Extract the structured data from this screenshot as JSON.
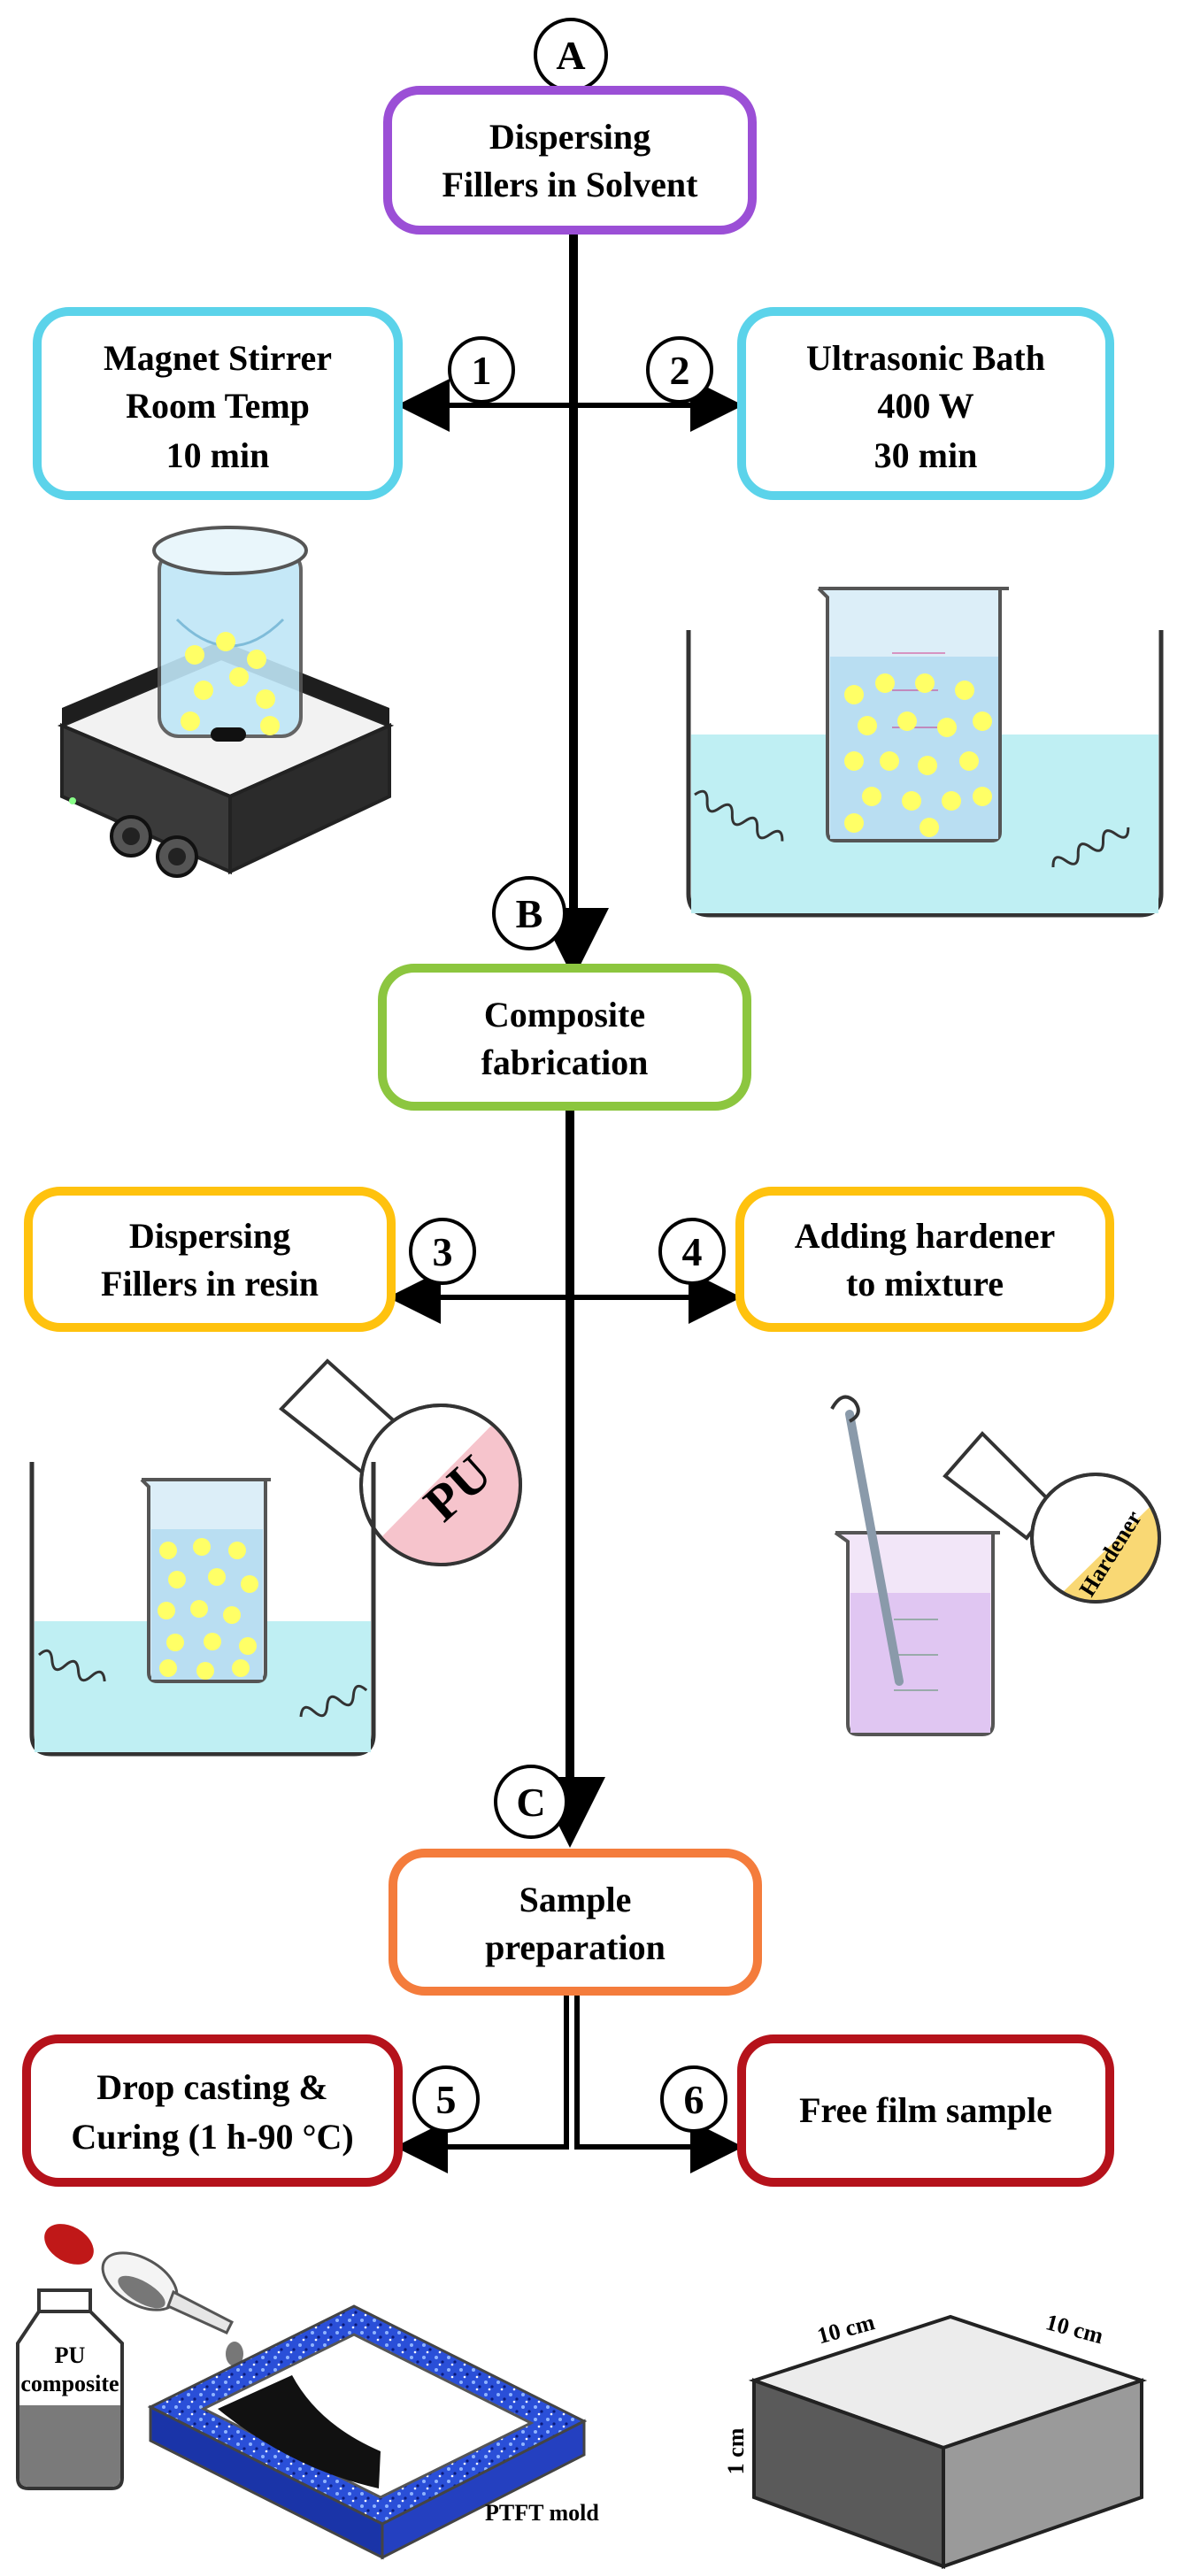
{
  "stages": {
    "A": {
      "marker": "A",
      "lines": [
        "Dispersing",
        "Fillers in Solvent"
      ],
      "color": "#9b4fd6"
    },
    "B": {
      "marker": "B",
      "lines": [
        "Composite",
        "fabrication"
      ],
      "color": "#8cc63f"
    },
    "C": {
      "marker": "C",
      "lines": [
        "Sample",
        "preparation"
      ],
      "color": "#f47c3c"
    }
  },
  "steps": {
    "s1": {
      "number": "1",
      "lines": [
        "Magnet Stirrer",
        "Room Temp",
        "10 min"
      ],
      "color": "#5bd3ea"
    },
    "s2": {
      "number": "2",
      "lines": [
        "Ultrasonic Bath",
        "400 W",
        "30 min"
      ],
      "color": "#5bd3ea"
    },
    "s3": {
      "number": "3",
      "lines": [
        "Dispersing",
        "Fillers in resin"
      ],
      "color": "#ffc20e"
    },
    "s4": {
      "number": "4",
      "lines": [
        "Adding hardener",
        "to mixture"
      ],
      "color": "#ffc20e"
    },
    "s5": {
      "number": "5",
      "lines": [
        "Drop casting &",
        "Curing (1 h-90 °C)"
      ],
      "color": "#b5121b"
    },
    "s6": {
      "number": "6",
      "lines": [
        "Free film sample"
      ],
      "color": "#b5121b"
    }
  },
  "illustrations": {
    "pu_flask_label": "PU",
    "hardener_flask_label": "Hardener",
    "bottle_label": [
      "PU",
      "composite"
    ],
    "mold_label": "PTFT mold",
    "film_dims": {
      "width": "10 cm",
      "depth": "10 cm",
      "height": "1 cm"
    }
  }
}
